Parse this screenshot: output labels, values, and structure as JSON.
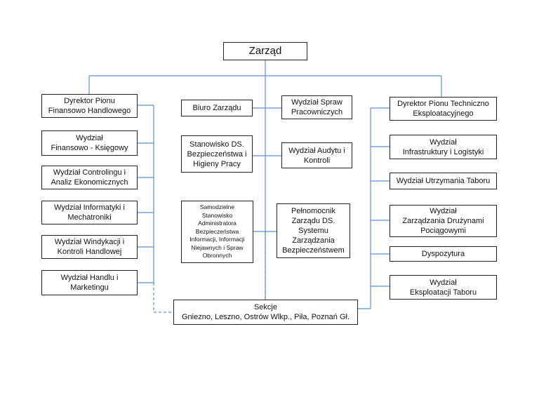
{
  "colors": {
    "connector": "#5b8fd6",
    "box_border": "#222222"
  },
  "org": {
    "root": "Zarząd",
    "left": {
      "head": "Dyrektor Pionu\nFinansowo Handlowego",
      "units": [
        "Wydział\nFinansowo - Księgowy",
        "Wydział Controlingu i\nAnaliz Ekonomicznych",
        "Wydział Informatyki i\nMechatroniki",
        "Wydział Windykacji i\nKontroli Handlowej",
        "Wydział Handlu i\nMarketingu"
      ]
    },
    "center_left": [
      "Biuro Zarządu",
      "Stanowisko DS.\nBezpieczeństwa i\nHigieny Pracy",
      "Samodzielne\nStanowisko\nAdministratora\nBezpieczeństwa\nInformacji, Informacji\nNiejawnych i Spraw\nObronnych"
    ],
    "center_right": [
      "Wydział Spraw\nPracowniczych",
      "Wydział Audytu i\nKontroli",
      "Pełnomocnik\nZarządu DS.\nSystemu\nZarządzania\nBezpieczeństwem"
    ],
    "right": {
      "head": "Dyrektor Pionu Techniczno\nEksploatacyjnego",
      "units": [
        "Wydział\nInfrastruktury i Logistyki",
        "Wydział Utrzymania Taboru",
        "Wydział\nZarządzania Drużynami\nPociągowymi",
        "Dyspozytura",
        "Wydział\nEksploatacji Taboru"
      ]
    },
    "sections": "Sekcje\nGniezno, Leszno, Ostrów Wlkp., Piła, Poznań Gł."
  }
}
